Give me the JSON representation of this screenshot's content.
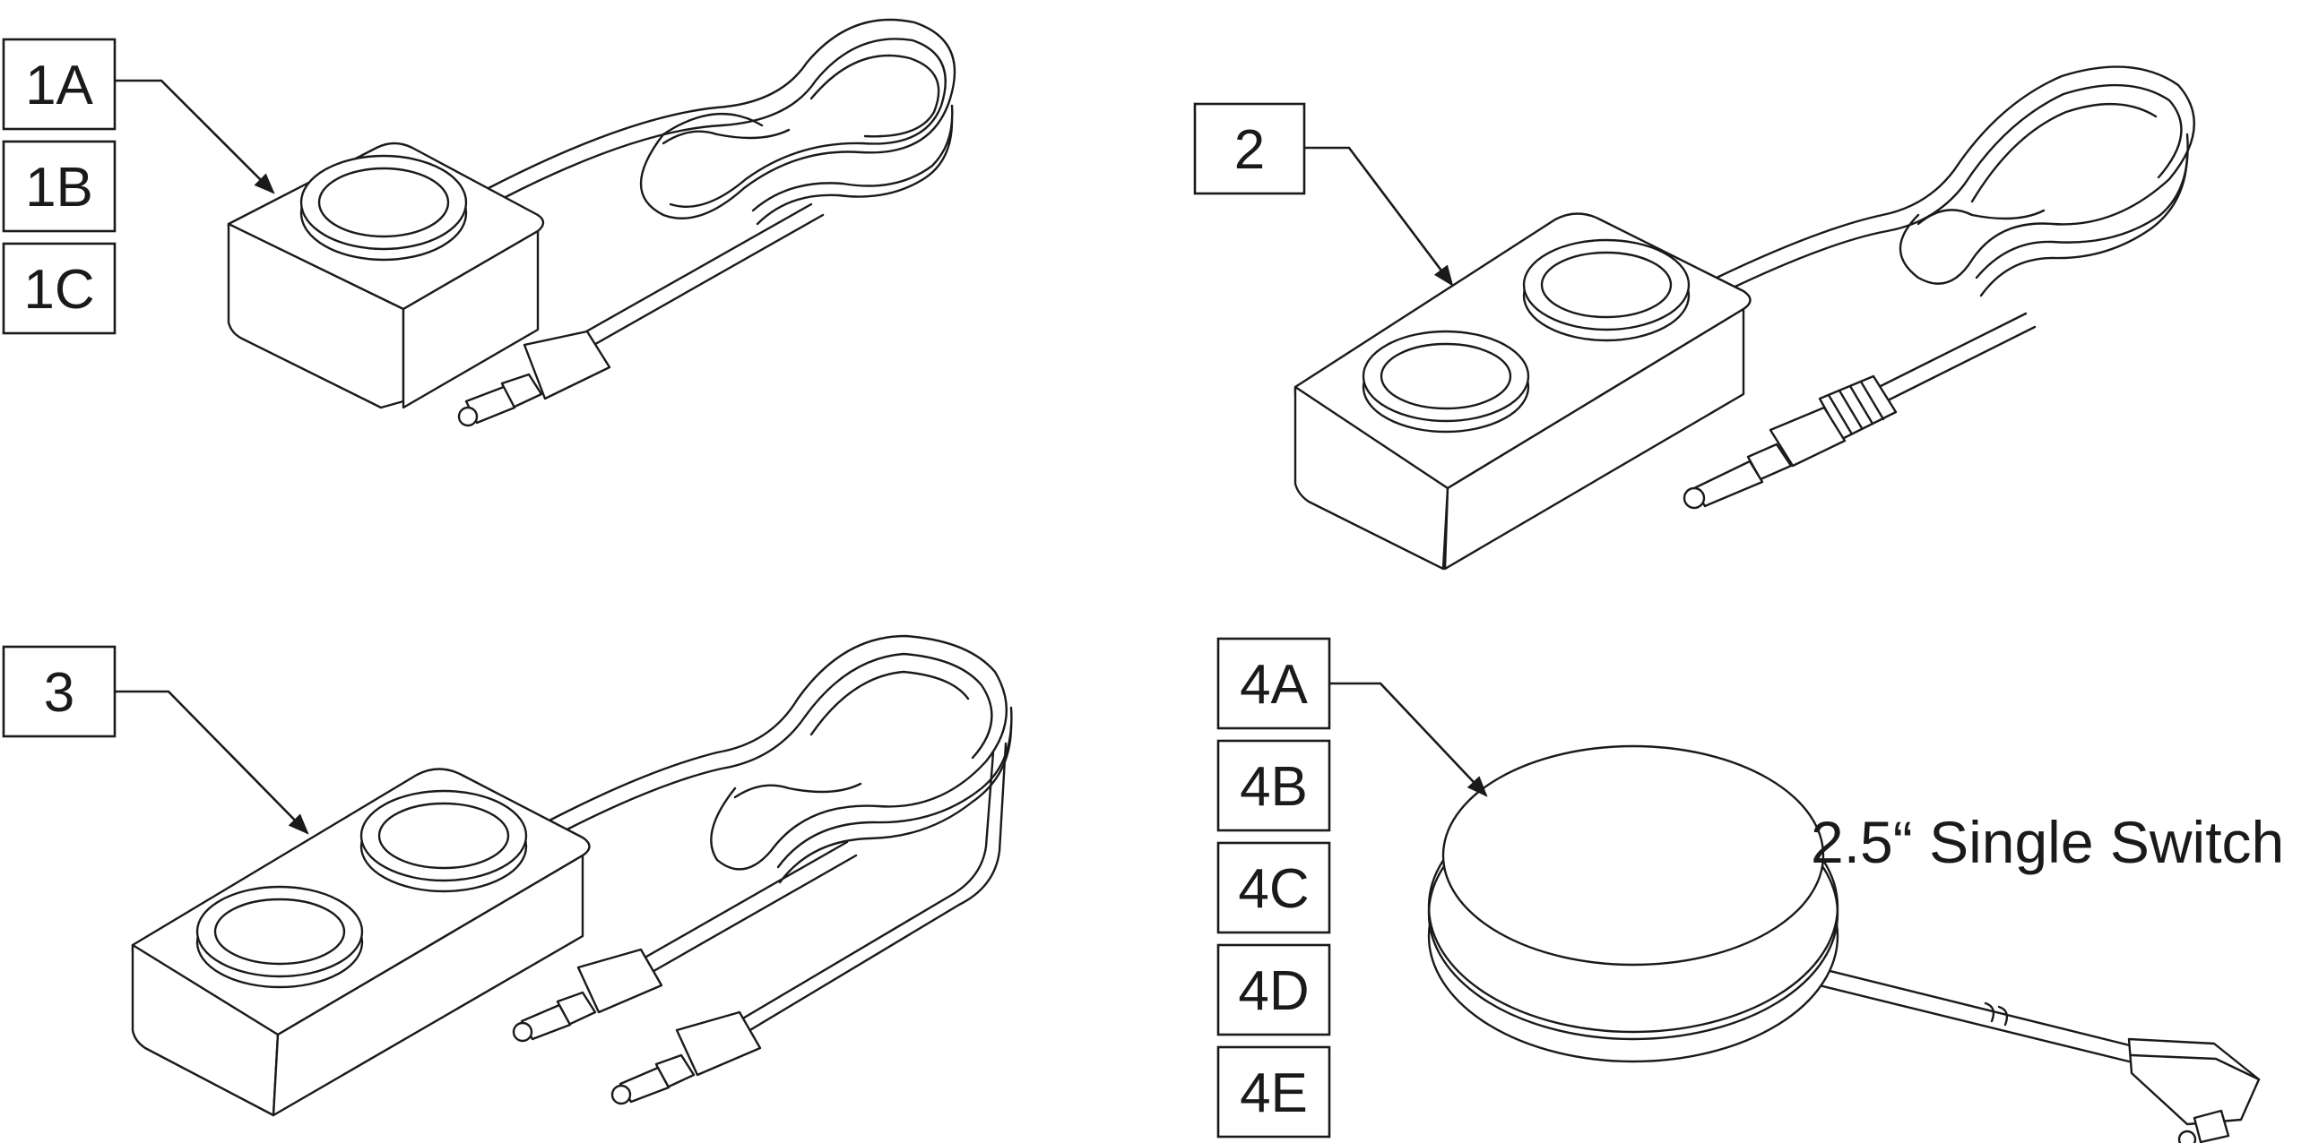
{
  "groups": [
    {
      "id": "g1",
      "labels": [
        "1A",
        "1B",
        "1C"
      ]
    },
    {
      "id": "g2",
      "labels": [
        "2"
      ]
    },
    {
      "id": "g3",
      "labels": [
        "3"
      ]
    },
    {
      "id": "g4",
      "labels": [
        "4A",
        "4B",
        "4C",
        "4D",
        "4E"
      ]
    }
  ],
  "caption": "2.5“ Single Switch",
  "colors": {
    "line": "#1a1a1a",
    "background": "#ffffff"
  }
}
